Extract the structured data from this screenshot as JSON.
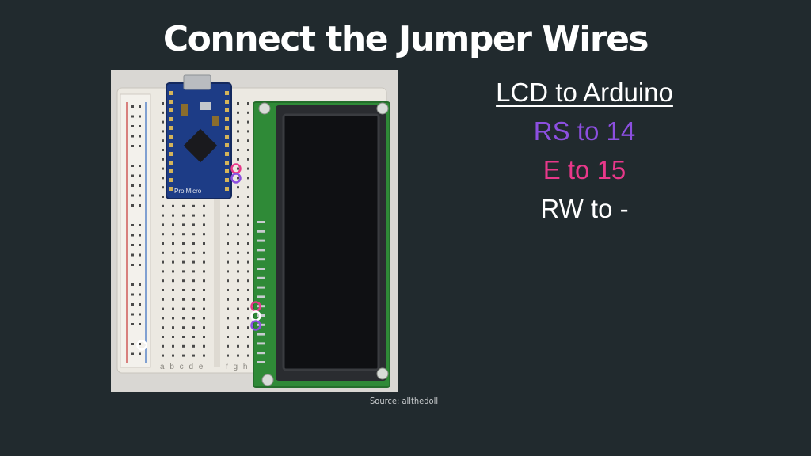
{
  "slide": {
    "title": "Connect the Jumper Wires",
    "source": "Source: allthedoll"
  },
  "wiring": {
    "heading": "LCD to Arduino",
    "connections": [
      {
        "label": "RS to 14",
        "color": "#8c4fe0"
      },
      {
        "label": "E to 15",
        "color": "#e8388a"
      },
      {
        "label": "RW to -",
        "color": "#ffffff"
      }
    ]
  },
  "photo": {
    "board_label": "Pro Micro",
    "breadboard_columns_left": "a b c d e",
    "breadboard_columns_right": "f g h i j",
    "colors": {
      "breadboard": "#ece9e2",
      "pcb_green": "#2f8a37",
      "arduino_blue": "#1d3c86",
      "rs_marker": "#8c4fe0",
      "e_marker": "#e8388a",
      "rw_marker": "#ffffff"
    }
  }
}
